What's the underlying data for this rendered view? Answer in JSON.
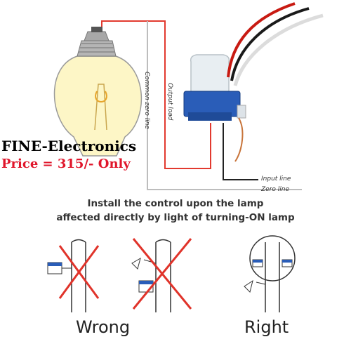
{
  "brand_label": "FINE-Electronics",
  "price_label": "Price = 315/- Only",
  "wiring": {
    "common_zero_line": "Common zero line",
    "output_load": "Output load",
    "input_line": "Input line",
    "zero_line": "Zero line"
  },
  "instruction": {
    "line1": "Install the control upon the lamp",
    "line2": "affected directly by light of turning-ON lamp"
  },
  "verdicts": {
    "wrong": "Wrong",
    "right": "Right"
  },
  "colors": {
    "red_wire": "#e23a2f",
    "black_wire": "#222222",
    "white_wire": "#cccccc",
    "sensor_blue": "#2a5db8",
    "price_red": "#e0162b",
    "cross_red": "#e0332a"
  }
}
